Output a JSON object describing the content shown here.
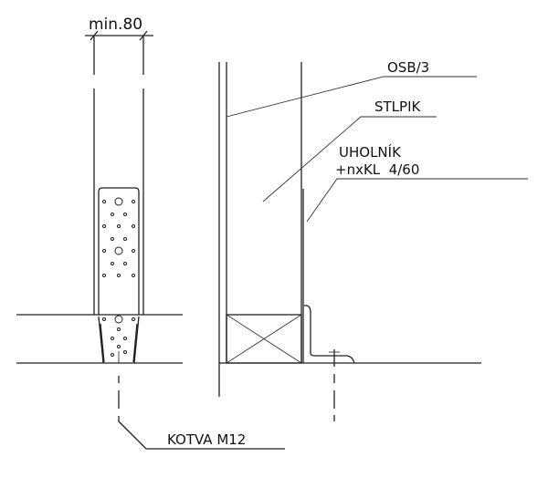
{
  "labels": {
    "dimension": "min.80",
    "osb": "OSB/3",
    "post": "STLPIK",
    "angle_line1": "UHOLNÍK",
    "angle_line2": "+nxKL  4/60",
    "anchor": "KOTVA M12"
  },
  "colors": {
    "line": "#222222",
    "background": "#ffffff"
  }
}
